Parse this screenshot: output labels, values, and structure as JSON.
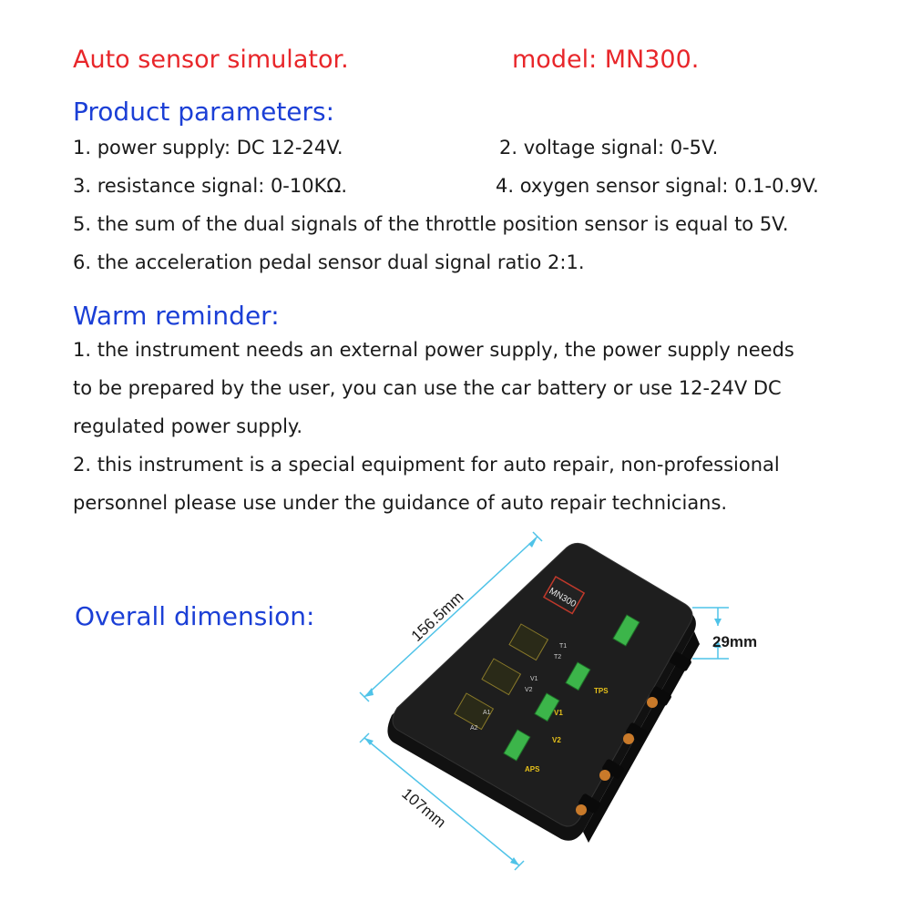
{
  "header": {
    "title": "Auto sensor simulator.",
    "model": "model: MN300."
  },
  "parameters": {
    "heading": "Product parameters:",
    "items": [
      "1.  power supply: DC 12-24V.",
      "2.  voltage signal: 0-5V.",
      "3.  resistance signal: 0-10KΩ.",
      "4.  oxygen sensor signal: 0.1-0.9V.",
      "5.  the sum of the dual signals of the throttle position sensor is equal to 5V.",
      "6.  the acceleration pedal sensor dual signal ratio 2:1."
    ]
  },
  "reminder": {
    "heading": "Warm reminder:",
    "lines": [
      "1.  the instrument needs an external power supply, the power supply needs",
      "to be prepared by the user, you can use the car battery or use 12-24V DC",
      "regulated power supply.",
      "2.  this instrument is a special equipment for auto repair, non-professional",
      "personnel please use under the guidance of auto repair technicians."
    ]
  },
  "dimension": {
    "heading": "Overall dimension:",
    "length": "156.5mm",
    "width": "107mm",
    "height": "29mm"
  },
  "device": {
    "model": "MN300",
    "labels": [
      "T1",
      "T2",
      "V1",
      "V2",
      "A1",
      "A2",
      "TPS",
      "V1",
      "V2",
      "APS"
    ]
  },
  "colors": {
    "title_red": "#e8262a",
    "heading_blue": "#1b3fd6",
    "dimension_line": "#4fc3e8",
    "device_body": "#1c1c1c",
    "terminal_green": "#3cb54a",
    "label_yellow": "#e8c21a"
  }
}
